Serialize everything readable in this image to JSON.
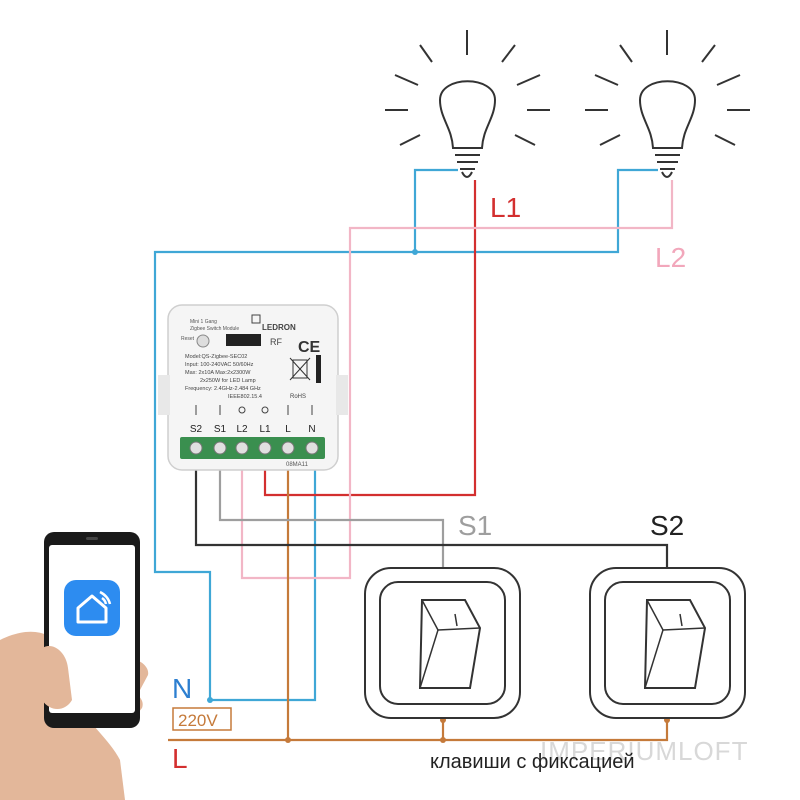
{
  "lamps": {
    "l1_label": "L1",
    "l2_label": "L2"
  },
  "switches": {
    "s1_label": "S1",
    "s2_label": "S2",
    "caption": "клавиши с фиксацией"
  },
  "mains": {
    "n_label": "N",
    "voltage_label": "220V",
    "l_label": "L"
  },
  "module": {
    "title_line1": "Mini 1 Gang",
    "title_line2": "Zigbee Switch Module",
    "brand": "LEDRON",
    "reset_label": "Reset",
    "rf_label": "RF",
    "ce_label": "CE",
    "rohs_label": "RoHS",
    "spec_model": "Model:QS-Zigbee-SEC02",
    "spec_input": "Input: 100-240VAC 50/60Hz",
    "spec_max": "Max: 2x10A  Max:2x2300W",
    "spec_led": "2x250W for LED Lamp",
    "spec_freq": "Frequency: 2.4GHz-2.484 GHz",
    "spec_std": "IEEE802.15.4",
    "terminals": [
      "S2",
      "S1",
      "L2",
      "L1",
      "L",
      "N"
    ],
    "batch": "08MA11"
  },
  "watermark": "IMPERIUMLOFT",
  "colors": {
    "neutral": "#3fa7d6",
    "line": "#c57a3a",
    "l1": "#d32f2f",
    "l2": "#f2b6c6",
    "s1": "#9e9e9e",
    "s2": "#333333",
    "terminal_block": "#3a8f4f",
    "app_icon": "#2d8cf0"
  },
  "icons": [
    "lightbulb-icon",
    "home-wifi-icon",
    "reset-button-icon",
    "ce-mark-icon",
    "weee-bin-icon"
  ]
}
